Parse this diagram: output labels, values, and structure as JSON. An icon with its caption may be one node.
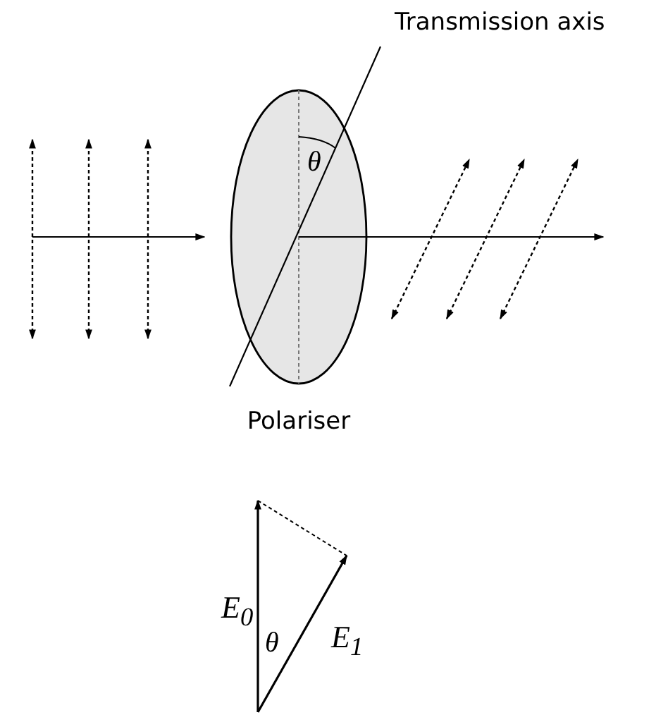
{
  "diagram": {
    "nodes": [
      {
        "text": [],
        "shape": "ellipse",
        "beside": [
          "Polariser"
        ]
      }
    ],
    "labels": [
      "Transmission axis",
      "θ",
      "E$_{0}$",
      "θ",
      "E$_{1}$"
    ]
  }
}
